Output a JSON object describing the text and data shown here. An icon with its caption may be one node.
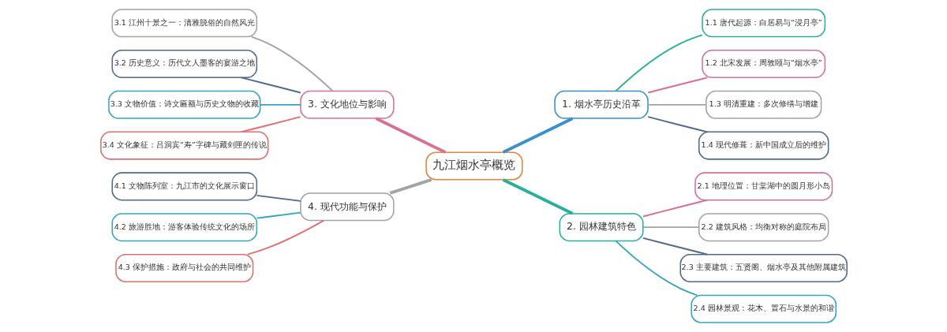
{
  "diagram": {
    "nodes": [
      {
        "text": [
          "九江烟水亭概览"
        ]
      },
      {
        "text": [
          "1. 烟水亭历史沿革"
        ]
      },
      {
        "text": [
          "1.1 唐代起源：白居易与“浸月亭”"
        ]
      },
      {
        "text": [
          "1.2 北宋发展：周敦颐与“烟水亭”"
        ]
      },
      {
        "text": [
          "1.3 明清重建：多次修缮与增建"
        ]
      },
      {
        "text": [
          "1.4 现代修葺：新中国成立后的维护"
        ]
      },
      {
        "text": [
          "2. 园林建筑特色"
        ]
      },
      {
        "text": [
          "2.1 地理位置：甘棠湖中的圆月形小岛"
        ]
      },
      {
        "text": [
          "2.2 建筑风格：均衡对称的庭院布局"
        ]
      },
      {
        "text": [
          "2.3 主要建筑：五贤阁、烟水亭及其他附属建筑"
        ]
      },
      {
        "text": [
          "2.4 园林景观：花木、置石与水景的和谐"
        ]
      },
      {
        "text": [
          "3. 文化地位与影响"
        ]
      },
      {
        "text": [
          "3.1 江州十景之一：清雅脱俗的自然风光"
        ]
      },
      {
        "text": [
          "3.2 历史意义：历代文人墨客的宴游之地"
        ]
      },
      {
        "text": [
          "3.3 文物价值：诗文匾额与历史文物的收藏"
        ]
      },
      {
        "text": [
          "3.4 文化象征：吕洞宾“寿”字碑与藏剑匣的传说"
        ]
      },
      {
        "text": [
          "4. 现代功能与保护"
        ]
      },
      {
        "text": [
          "4.1 文物陈列室：九江市的文化展示窗口"
        ]
      },
      {
        "text": [
          "4.2 旅游胜地：游客体验传统文化的场所"
        ]
      },
      {
        "text": [
          "4.3 保护措施：政府与社会的共同维护"
        ]
      }
    ],
    "edges": [
      {
        "from": 0,
        "to": 1,
        "arrow": "none",
        "style": "thick",
        "color": "#3a8fd1"
      },
      {
        "from": 1,
        "to": 2,
        "arrow": "none",
        "color": "#2ab096"
      },
      {
        "from": 1,
        "to": 3,
        "arrow": "none",
        "color": "#d9708f"
      },
      {
        "from": 1,
        "to": 4,
        "arrow": "none",
        "color": "#a0a4a4"
      },
      {
        "from": 1,
        "to": 5,
        "arrow": "none",
        "color": "#4f6a8c"
      },
      {
        "from": 0,
        "to": 6,
        "arrow": "none",
        "style": "thick",
        "color": "#26b09a"
      },
      {
        "from": 6,
        "to": 7,
        "arrow": "none",
        "color": "#d9708f"
      },
      {
        "from": 6,
        "to": 8,
        "arrow": "none",
        "color": "#a0a4a4"
      },
      {
        "from": 6,
        "to": 9,
        "arrow": "none",
        "color": "#4f6a8c"
      },
      {
        "from": 6,
        "to": 10,
        "arrow": "none",
        "color": "#33a5c0"
      },
      {
        "from": 0,
        "to": 11,
        "arrow": "none",
        "style": "thick",
        "color": "#d9708f"
      },
      {
        "from": 11,
        "to": 12,
        "arrow": "none",
        "color": "#a0a4a4"
      },
      {
        "from": 11,
        "to": 13,
        "arrow": "none",
        "color": "#4f6a8c"
      },
      {
        "from": 11,
        "to": 14,
        "arrow": "none",
        "color": "#33a5c0"
      },
      {
        "from": 11,
        "to": 15,
        "arrow": "none",
        "color": "#e07070"
      },
      {
        "from": 0,
        "to": 16,
        "arrow": "none",
        "style": "thick",
        "color": "#a0a4a4"
      },
      {
        "from": 16,
        "to": 17,
        "arrow": "none",
        "color": "#4f6a8c"
      },
      {
        "from": 16,
        "to": 18,
        "arrow": "none",
        "color": "#33a5c0"
      },
      {
        "from": 16,
        "to": 19,
        "arrow": "none",
        "color": "#e07070"
      }
    ]
  }
}
